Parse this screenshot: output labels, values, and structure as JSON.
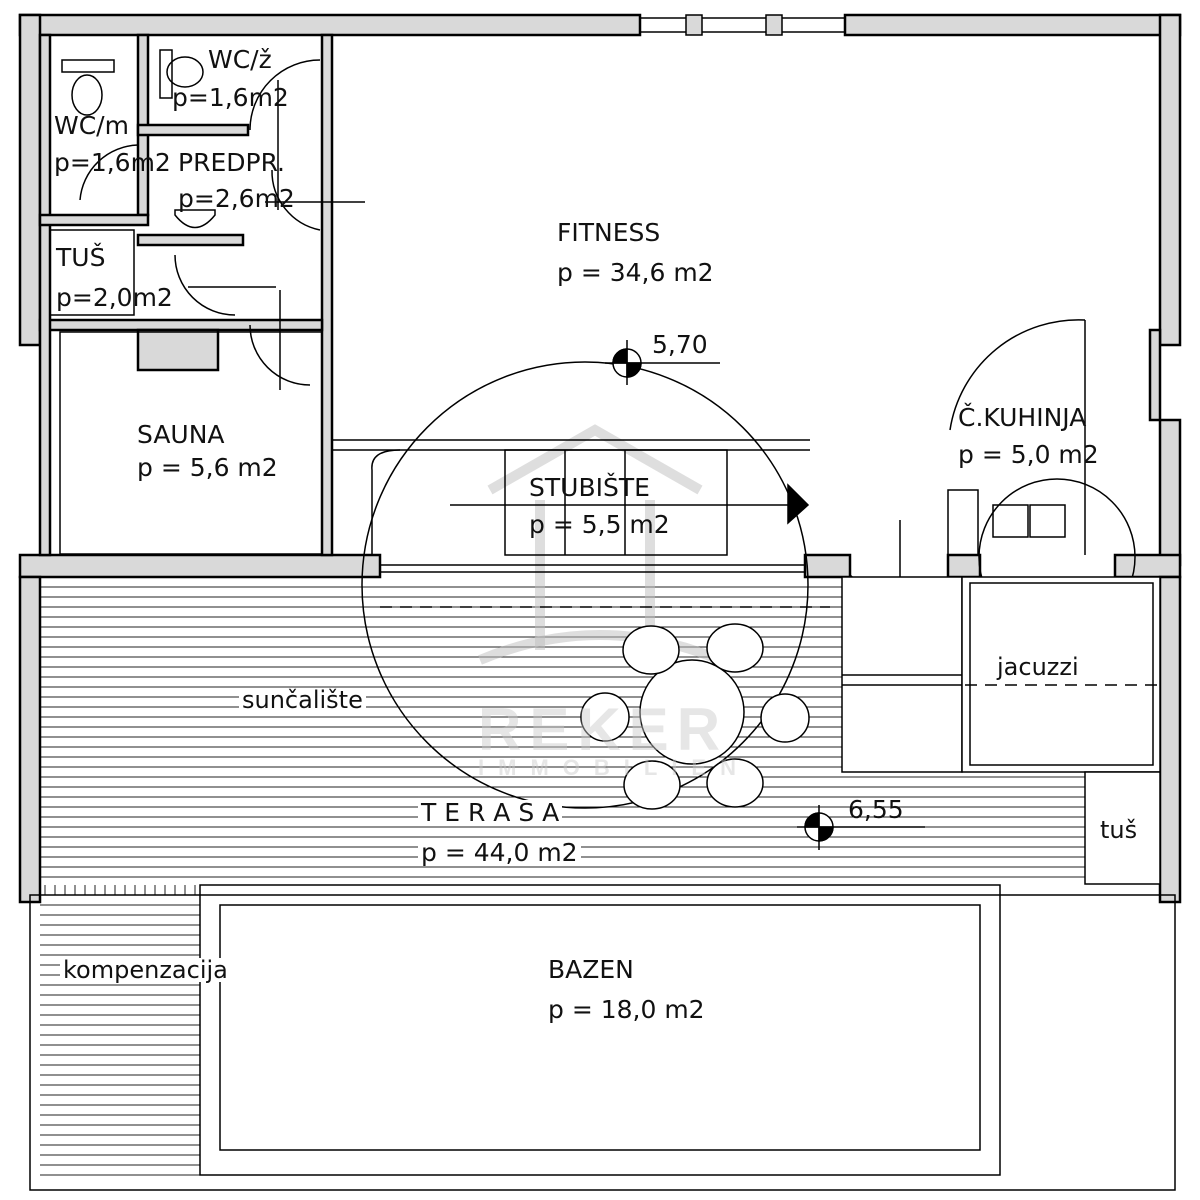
{
  "rooms": {
    "wc_z": {
      "name": "WC/ž",
      "area": "p=1,6m2"
    },
    "wc_m": {
      "name": "WC/m",
      "area": "p=1,6m2"
    },
    "predpr": {
      "name": "PREDPR.",
      "area": "p=2,6m2"
    },
    "tus_top": {
      "name": "TUŠ",
      "area": "p=2,0m2"
    },
    "sauna": {
      "name": "SAUNA",
      "area": "p = 5,6 m2"
    },
    "fitness": {
      "name": "FITNESS",
      "area": "p = 34,6 m2"
    },
    "stubiste": {
      "name": "STUBIŠTE",
      "area": "p = 5,5 m2"
    },
    "kuhinja": {
      "name": "Č.KUHINJA",
      "area": "p = 5,0 m2"
    },
    "terasa": {
      "name": "T E R A S A",
      "area": "p = 44,0 m2"
    },
    "bazen": {
      "name": "BAZEN",
      "area": "p = 18,0 m2"
    }
  },
  "labels": {
    "suncaliste": "sunčalište",
    "jacuzzi": "jacuzzi",
    "tus": "tuš",
    "kompenzacija": "kompenzacija"
  },
  "levels": {
    "upper": "5,70",
    "terrace": "6,55"
  },
  "watermark": {
    "brand": "REKER",
    "sub": "IMMOBILIEN"
  }
}
